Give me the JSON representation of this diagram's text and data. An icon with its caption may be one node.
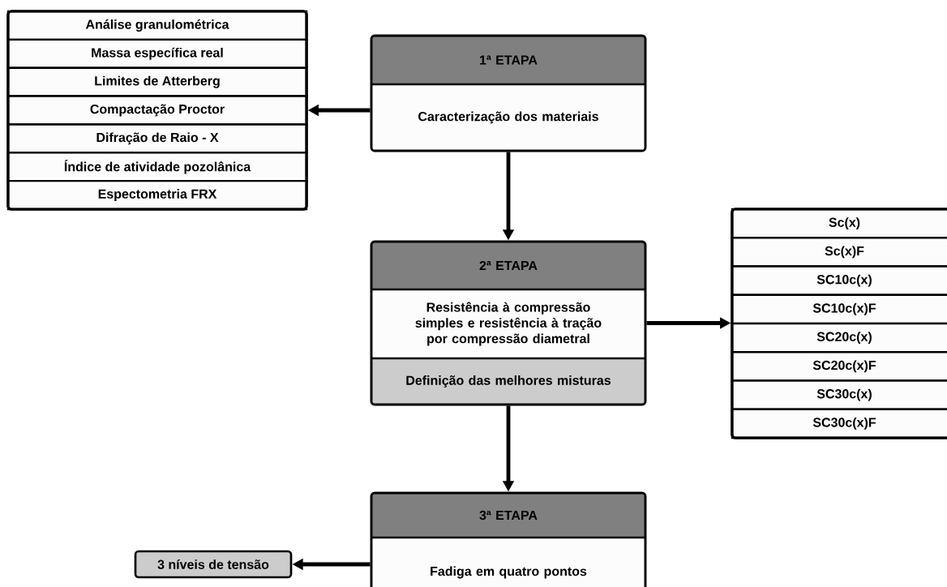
{
  "diagram": {
    "nodes": [
      {
        "text": [],
        "shape": "box"
      },
      {
        "text": [
          "Análise granulométrica"
        ],
        "in": 0
      },
      {
        "text": [
          "Massa específica real"
        ],
        "in": 0
      },
      {
        "text": [
          "Limites de Atterberg"
        ],
        "in": 0
      },
      {
        "text": [
          "Compactação Proctor"
        ],
        "in": 0
      },
      {
        "text": [
          "Difração de Raio - X"
        ],
        "in": 0
      },
      {
        "text": [
          "Índice de atividade pozolânica"
        ],
        "in": 0
      },
      {
        "text": [
          "Espectometria FRX"
        ],
        "in": 0
      },
      {
        "text": [
          "1ª ETAPA",
          "Caracterização dos materiais"
        ]
      },
      {
        "text": [
          "2ª ETAPA",
          "Resistência à compressão simples e resistência à tração por compressão diametral",
          "Definição das melhores misturas"
        ]
      },
      {
        "text": [],
        "shape": "box"
      },
      {
        "text": [
          "Sc(x)"
        ],
        "in": 10
      },
      {
        "text": [
          "Sc(x)F"
        ],
        "in": 10
      },
      {
        "text": [
          "SC10c(x)"
        ],
        "in": 10
      },
      {
        "text": [
          "SC10c(x)F"
        ],
        "in": 10
      },
      {
        "text": [
          "SC20c(x)"
        ],
        "in": 10
      },
      {
        "text": [
          "SC20c(x)F"
        ],
        "in": 10
      },
      {
        "text": [
          "SC30c(x)"
        ],
        "in": 10
      },
      {
        "text": [
          "SC30c(x)F"
        ],
        "in": 10
      },
      {
        "text": [
          "3 níveis de tensão"
        ]
      },
      {
        "text": [
          "3ª ETAPA",
          "Fadiga em quatro pontos"
        ]
      }
    ],
    "edges": [
      {
        "from": 8,
        "to": 0,
        "arrow": "to"
      },
      {
        "from": 8,
        "to": 9,
        "arrow": "to"
      },
      {
        "from": 9,
        "to": 10,
        "arrow": "to"
      },
      {
        "from": 9,
        "to": 20,
        "arrow": "to"
      },
      {
        "from": 20,
        "to": 19,
        "arrow": "to"
      }
    ]
  }
}
